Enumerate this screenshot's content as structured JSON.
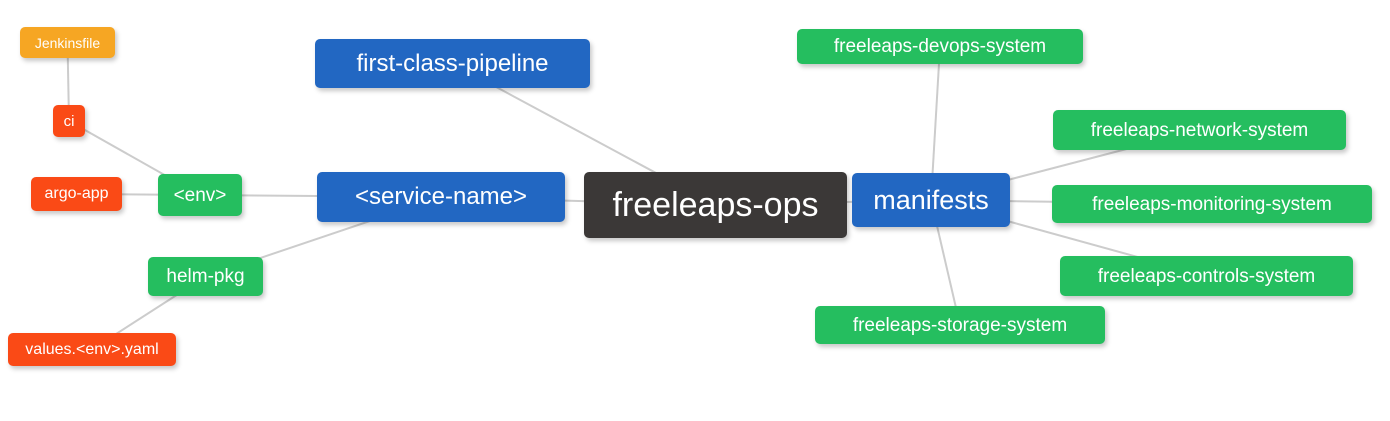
{
  "diagram": {
    "type": "mindmap",
    "background": "#ffffff",
    "edge_color": "#cccccc",
    "text_color": "#ffffff",
    "palette": {
      "blue": "#2267c2",
      "green": "#25be5f",
      "red_orange": "#fa4a16",
      "amber": "#f6a623",
      "dark": "#3b3837"
    },
    "nodes": [
      {
        "id": "jenkinsfile",
        "label": "Jenkinsfile",
        "color": "#f6a623"
      },
      {
        "id": "ci",
        "label": "ci",
        "color": "#fa4a16"
      },
      {
        "id": "argo-app",
        "label": "argo-app",
        "color": "#fa4a16"
      },
      {
        "id": "env",
        "label": "<env>",
        "color": "#25be5f"
      },
      {
        "id": "helm-pkg",
        "label": "helm-pkg",
        "color": "#25be5f"
      },
      {
        "id": "values-env-yaml",
        "label": "values.<env>.yaml",
        "color": "#fa4a16"
      },
      {
        "id": "first-class-pipeline",
        "label": "first-class-pipeline",
        "color": "#2267c2"
      },
      {
        "id": "service-name",
        "label": "<service-name>",
        "color": "#2267c2"
      },
      {
        "id": "freeleaps-ops",
        "label": "freeleaps-ops",
        "color": "#3b3837"
      },
      {
        "id": "manifests",
        "label": "manifests",
        "color": "#2267c2"
      },
      {
        "id": "freeleaps-devops-system",
        "label": "freeleaps-devops-system",
        "color": "#25be5f"
      },
      {
        "id": "freeleaps-network-system",
        "label": "freeleaps-network-system",
        "color": "#25be5f"
      },
      {
        "id": "freeleaps-monitoring-system",
        "label": "freeleaps-monitoring-system",
        "color": "#25be5f"
      },
      {
        "id": "freeleaps-controls-system",
        "label": "freeleaps-controls-system",
        "color": "#25be5f"
      },
      {
        "id": "freeleaps-storage-system",
        "label": "freeleaps-storage-system",
        "color": "#25be5f"
      }
    ],
    "edges": [
      {
        "from": "jenkinsfile",
        "to": "ci"
      },
      {
        "from": "ci",
        "to": "env"
      },
      {
        "from": "argo-app",
        "to": "env"
      },
      {
        "from": "env",
        "to": "service-name"
      },
      {
        "from": "helm-pkg",
        "to": "service-name"
      },
      {
        "from": "values-env-yaml",
        "to": "helm-pkg"
      },
      {
        "from": "first-class-pipeline",
        "to": "freeleaps-ops"
      },
      {
        "from": "service-name",
        "to": "freeleaps-ops"
      },
      {
        "from": "freeleaps-ops",
        "to": "manifests"
      },
      {
        "from": "manifests",
        "to": "freeleaps-devops-system"
      },
      {
        "from": "manifests",
        "to": "freeleaps-network-system"
      },
      {
        "from": "manifests",
        "to": "freeleaps-monitoring-system"
      },
      {
        "from": "manifests",
        "to": "freeleaps-controls-system"
      },
      {
        "from": "manifests",
        "to": "freeleaps-storage-system"
      }
    ]
  }
}
